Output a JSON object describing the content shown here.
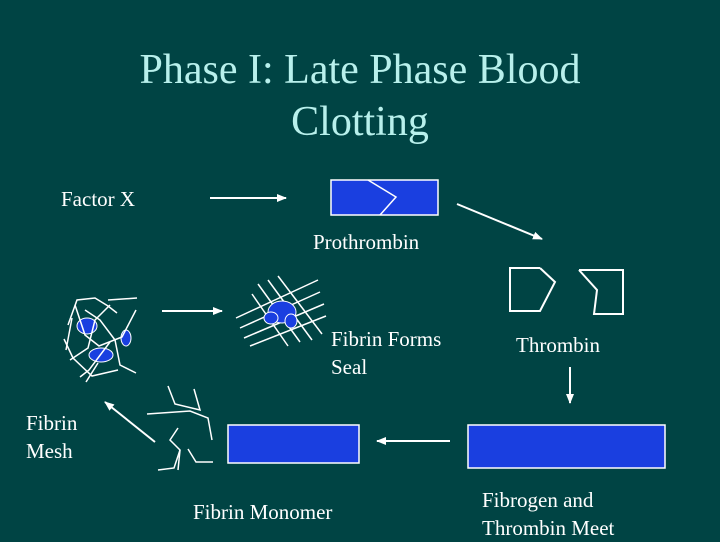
{
  "slide": {
    "title_line1": "Phase I: Late Phase Blood",
    "title_line2": "Clotting"
  },
  "labels": {
    "factor_x": "Factor X",
    "prothrombin": "Prothrombin",
    "fibrin_forms_seal_line1": "Fibrin Forms",
    "fibrin_forms_seal_line2": "Seal",
    "thrombin": "Thrombin",
    "fibrin_mesh_line1": "Fibrin",
    "fibrin_mesh_line2": "Mesh",
    "fibrin_monomer": "Fibrin Monomer",
    "fibrogen_thrombin_line1": "Fibrogen and",
    "fibrogen_thrombin_line2": "Thrombin Meet"
  },
  "colors": {
    "background": "#004444",
    "title": "#b8f0ec",
    "shape_fill": "#1a3fe0",
    "line": "#ffffff"
  }
}
